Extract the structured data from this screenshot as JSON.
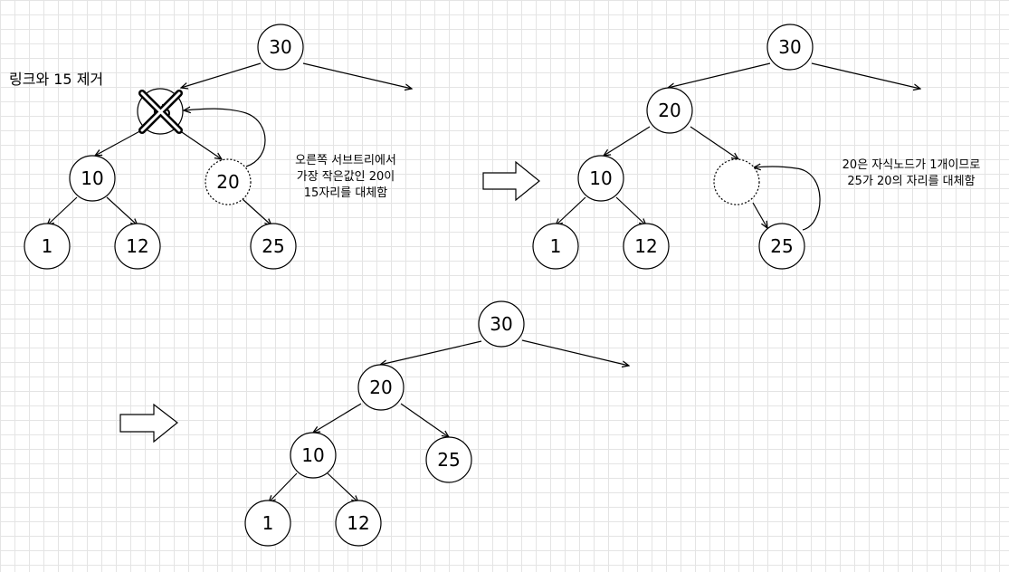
{
  "panel1": {
    "heading": "링크와 15 제거",
    "note_lines": [
      "오른쪽 서브트리에서",
      "가장 작은값인 20이",
      "15자리를 대체함"
    ],
    "nodes": {
      "root": "30",
      "removed": "15",
      "left": "10",
      "right": "20",
      "left_left": "1",
      "left_right": "12",
      "right_right": "25"
    }
  },
  "panel2": {
    "note_lines": [
      "20은 자식노드가 1개이므로",
      "25가 20의 자리를 대체함"
    ],
    "nodes": {
      "root": "30",
      "moved": "20",
      "left": "10",
      "left_left": "1",
      "left_right": "12",
      "child": "25"
    }
  },
  "panel3": {
    "nodes": {
      "root": "30",
      "top": "20",
      "left": "10",
      "right": "25",
      "left_left": "1",
      "left_right": "12"
    }
  }
}
